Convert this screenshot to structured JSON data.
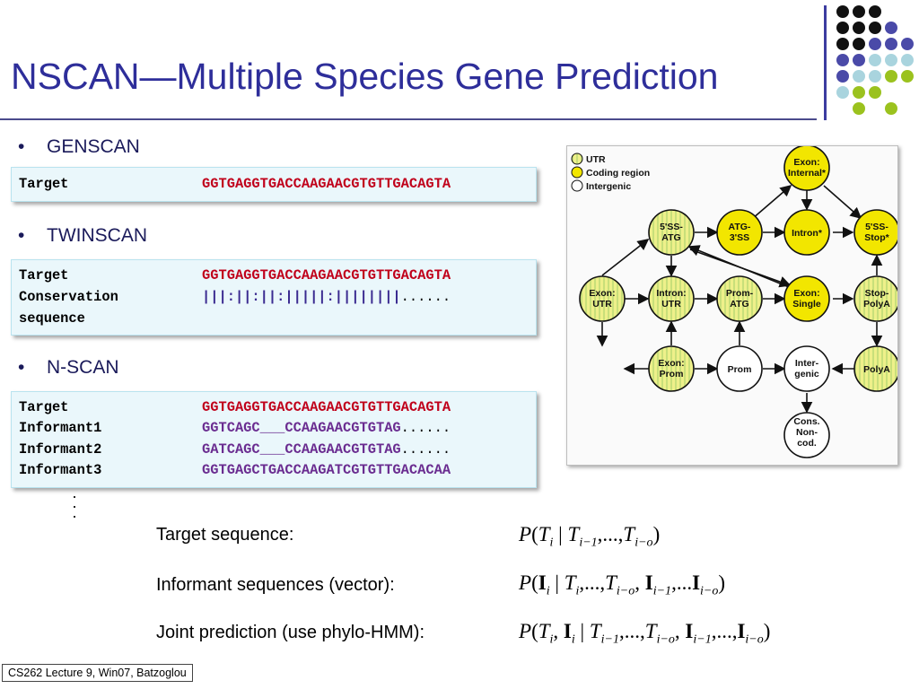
{
  "title": "NSCAN—Multiple Species Gene Prediction",
  "sections": [
    {
      "label": "GENSCAN",
      "rows": [
        {
          "label": "Target",
          "seq": "GGTGAGGTGACCAAGAACGTGTTGACAGTA"
        }
      ]
    },
    {
      "label": "TWINSCAN",
      "rows": [
        {
          "label": "Target",
          "seq": "GGTGAGGTGACCAAGAACGTGTTGACAGTA"
        },
        {
          "label": "Conservation",
          "seq": "|||:||:||:|||||:||||||||",
          "tail": "......"
        },
        {
          "label": "sequence",
          "seq": ""
        }
      ]
    },
    {
      "label": "N-SCAN",
      "rows": [
        {
          "label": "Target",
          "seq": "GGTGAGGTGACCAAGAACGTGTTGACAGTA"
        },
        {
          "label": "Informant1",
          "seq": "GGTCAGC___CCAAGAACGTGTAG",
          "tail": "......"
        },
        {
          "label": "Informant2",
          "seq": "GATCAGC___CCAAGAACGTGTAG",
          "tail": "......"
        },
        {
          "label": "Informant3",
          "seq": "GGTGAGCTGACCAAGATCGTGTTGACACAA"
        }
      ]
    }
  ],
  "equations": [
    {
      "label": "Target sequence:"
    },
    {
      "label": "Informant sequences (vector):"
    },
    {
      "label": "Joint prediction (use phylo-HMM):"
    }
  ],
  "footer": "CS262 Lecture 9, Win07, Batzoglou",
  "diagram": {
    "legend": [
      "UTR",
      "Coding region",
      "Intergenic"
    ],
    "nodes": {
      "exon_internal": [
        "Exon:",
        "Internal*"
      ],
      "ss5_atg": [
        "5'SS-",
        "ATG"
      ],
      "atg_3ss": [
        "ATG-",
        "3'SS"
      ],
      "intron_star": [
        "Intron*"
      ],
      "ss5_stop": [
        "5'SS-",
        "Stop*"
      ],
      "exon_utr": [
        "Exon:",
        "UTR"
      ],
      "intron_utr": [
        "Intron:",
        "UTR"
      ],
      "prom_atg": [
        "Prom-",
        "ATG"
      ],
      "exon_single": [
        "Exon:",
        "Single"
      ],
      "stop_polya": [
        "Stop-",
        "PolyA"
      ],
      "exon_prom": [
        "Exon:",
        "Prom"
      ],
      "prom": [
        "Prom"
      ],
      "intergenic": [
        "Inter-",
        "genic"
      ],
      "polya": [
        "PolyA"
      ],
      "cons_noncod": [
        "Cons.",
        "Non-",
        "cod."
      ]
    }
  },
  "colors": {
    "title": "#2e2e9a",
    "target_seq": "#c0001a",
    "informant_seq": "#6a2c90",
    "utr": "#eef08a",
    "coding": "#f2e600",
    "intergenic": "#ffffff"
  }
}
